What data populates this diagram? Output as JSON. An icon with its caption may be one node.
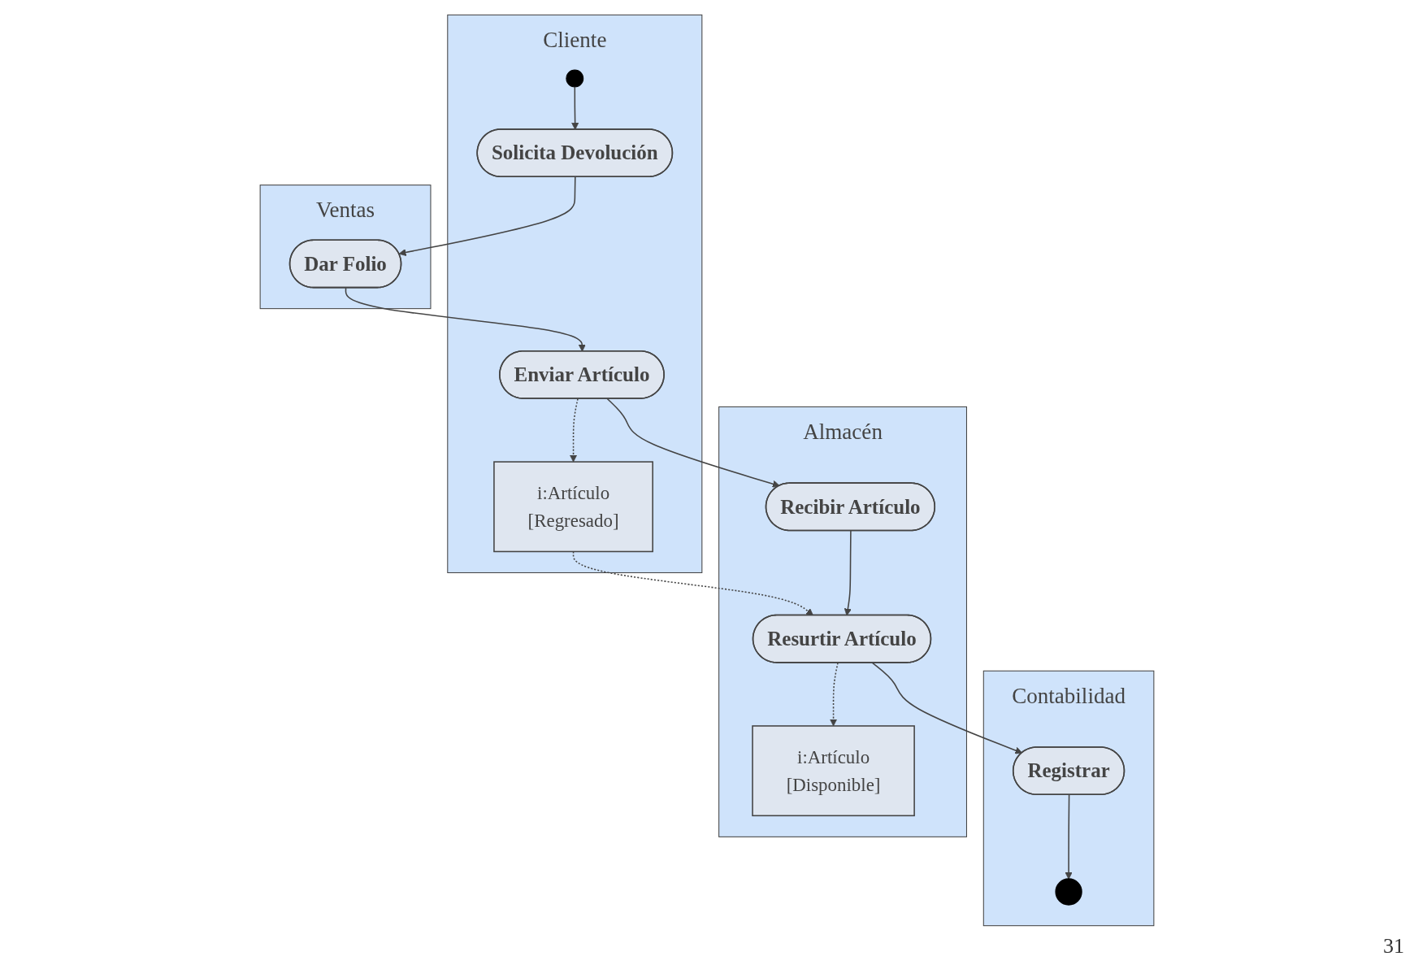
{
  "diagram": {
    "nodes": [
      {
        "text": [
          "Cliente"
        ]
      },
      {
        "text": [
          "Ventas"
        ]
      },
      {
        "text": [
          "Contabilidad"
        ]
      },
      {
        "text": [
          "Almacén"
        ]
      },
      {
        "text": [],
        "shape": "circle",
        "in": 0
      },
      {
        "text": [
          "Solicita Devolución"
        ],
        "in": 0
      },
      {
        "text": [
          "Dar Folio"
        ],
        "in": 1
      },
      {
        "text": [
          "Enviar Artículo"
        ],
        "in": 0
      },
      {
        "text": [
          "i:Artículo",
          "[Regresado]"
        ],
        "in": 0
      },
      {
        "text": [
          "Recibir Artículo"
        ],
        "in": 3
      },
      {
        "text": [
          "Resurtir Artículo"
        ],
        "in": 3
      },
      {
        "text": [
          "Registrar"
        ],
        "in": 2
      },
      {
        "text": [],
        "shape": "circle",
        "in": 2
      },
      {
        "text": [
          "i:Artículo",
          "[Disponible]"
        ],
        "in": 3
      }
    ],
    "edges": [
      {
        "from": 4,
        "to": 5,
        "arrow": "to"
      },
      {
        "from": 5,
        "to": 6,
        "arrow": "to"
      },
      {
        "from": 6,
        "to": 7,
        "arrow": "to"
      },
      {
        "from": 7,
        "to": 8,
        "arrow": "to",
        "style": "dashed"
      },
      {
        "from": 7,
        "to": 9,
        "arrow": "to"
      },
      {
        "from": 8,
        "to": 10,
        "arrow": "to",
        "style": "dashed"
      },
      {
        "from": 9,
        "to": 10,
        "arrow": "to"
      },
      {
        "from": 10,
        "to": 11,
        "arrow": "to"
      },
      {
        "from": 11,
        "to": 12,
        "arrow": "to"
      },
      {
        "from": 10,
        "to": 13,
        "arrow": "to",
        "style": "dashed"
      }
    ],
    "labels": [
      "31"
    ]
  }
}
